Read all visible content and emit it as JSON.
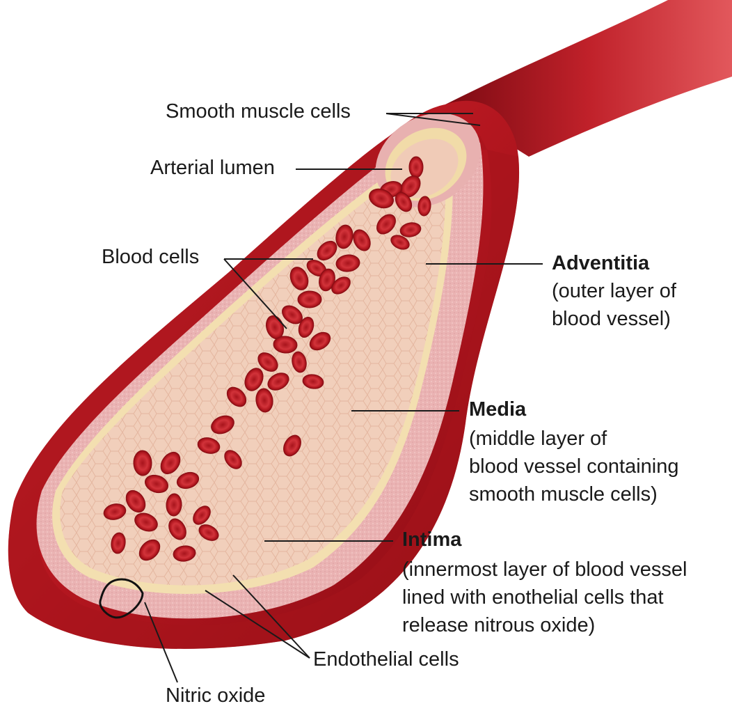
{
  "labels": {
    "smooth_muscle": "Smooth muscle cells",
    "arterial_lumen": "Arterial lumen",
    "blood_cells": "Blood cells",
    "endothelial": "Endothelial cells",
    "nitric_oxide": "Nitric oxide"
  },
  "layers": {
    "adventitia": {
      "title": "Adventitia",
      "lines": [
        "(outer layer of",
        "blood vessel)"
      ]
    },
    "media": {
      "title": "Media",
      "lines": [
        "(middle layer of",
        "blood vessel containing",
        "smooth muscle cells)"
      ]
    },
    "intima": {
      "title": "Intima",
      "lines": [
        "(innermost layer of blood vessel",
        "lined with enothelial cells that",
        "release nitrous oxide)"
      ]
    }
  },
  "colors": {
    "vessel_dark": "#8e0f17",
    "vessel_main": "#c3202a",
    "media_pink": "#eeb9b8",
    "lumen_bg": "#f2d2bf",
    "intima_cream": "#f3dfb0",
    "rbc": "#c41f26",
    "leader": "#1a1a1a"
  }
}
